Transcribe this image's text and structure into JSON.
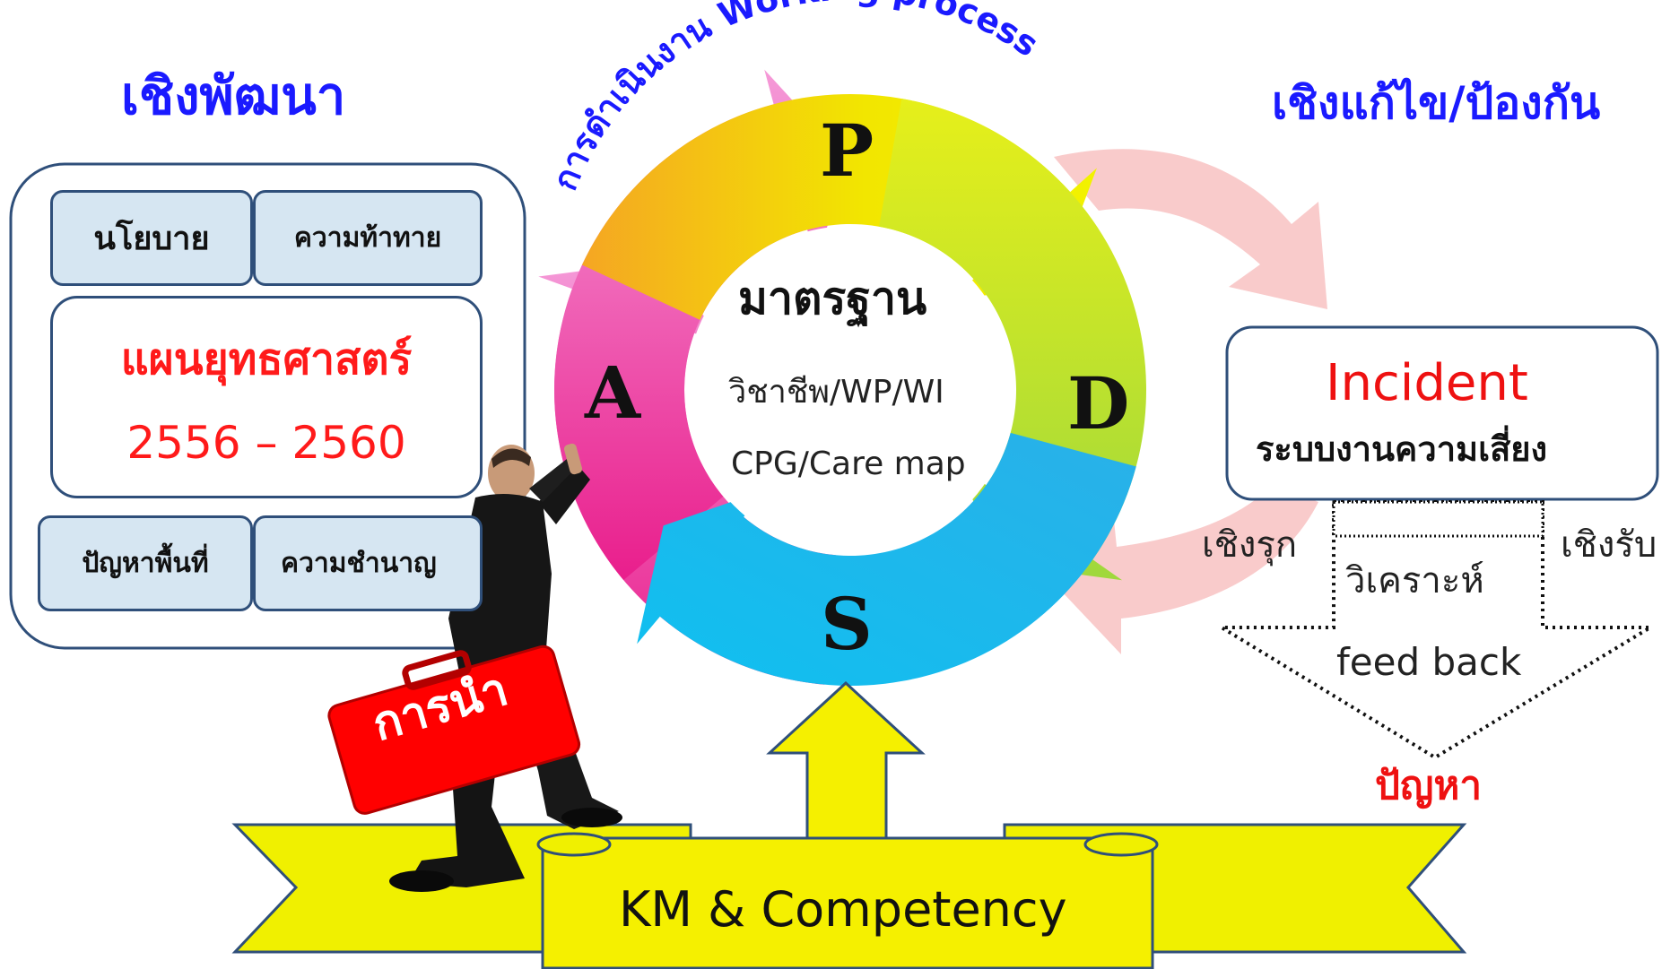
{
  "left_title": "เชิงพัฒนา",
  "right_title": "เชิงแก้ไข/ป้องกัน",
  "arc_text": "การดำเนินงาน Working process",
  "left_panel": {
    "policy": "นโยบาย",
    "challenge": "ความท้าทาย",
    "strategy_title": "แผนยุทธศาสตร์",
    "strategy_years": "2556 – 2560",
    "area_problems": "ปัญหาพื้นที่",
    "expertise": "ความชำนาญ"
  },
  "cycle": {
    "p": "P",
    "d": "D",
    "s": "S",
    "a": "A",
    "center_title": "มาตรฐาน",
    "center_line1": "วิชาชีพ/WP/WI",
    "center_line2": "CPG/Care map",
    "colors": {
      "p": "#f2e600",
      "d": "#a6d93a",
      "s": "#16b8ee",
      "a": "#f07ad0",
      "orange": "#f5a623"
    }
  },
  "incident": {
    "title": "Incident",
    "subtitle": "ระบบงานความเสี่ยง",
    "proactive": "เชิงรุก",
    "reactive": "เชิงรับ",
    "analyze": "วิเคราะห์",
    "feedback": "feed back",
    "problem": "ปัญหา"
  },
  "leadership": "การนำ",
  "banner": "KM & Competency"
}
